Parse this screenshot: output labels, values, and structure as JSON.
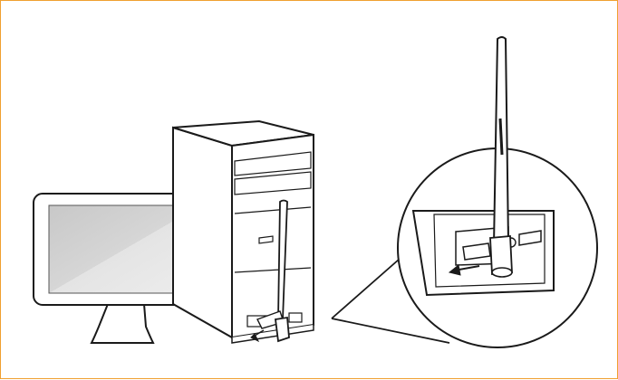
{
  "illustration": {
    "frame_color": "#f0a030",
    "line_color": "#1a1a1a",
    "screen_color": "#d9d9d9",
    "fill_color": "#ffffff",
    "parts": [
      "monitor",
      "computer-tower",
      "usb-wifi-adapter",
      "zoom-callout",
      "antenna"
    ]
  }
}
